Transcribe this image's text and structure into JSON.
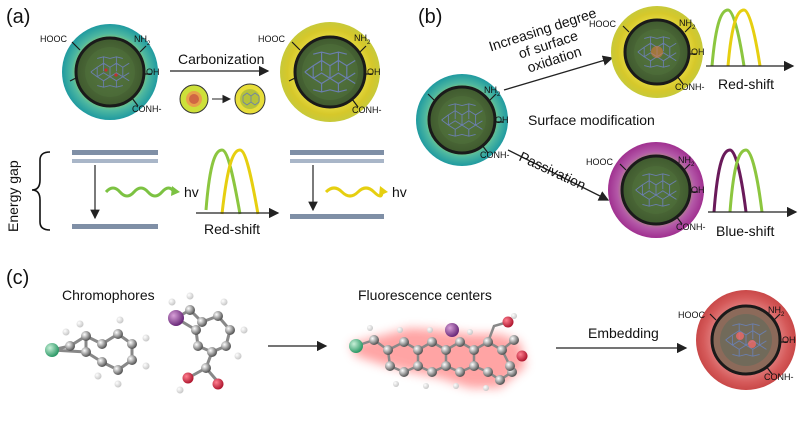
{
  "panels": {
    "a": {
      "label": "(a)",
      "carbonization": "Carbonization",
      "energy_gap": "Energy gap",
      "hv": "hv",
      "red_shift": "Red-shift"
    },
    "b": {
      "label": "(b)",
      "oxidation_line1": "Increasing degree",
      "oxidation_line2": "of surface",
      "oxidation_line3": "oxidation",
      "surface_modification": "Surface modification",
      "passivation": "Passivation",
      "red_shift": "Red-shift",
      "blue_shift": "Blue-shift"
    },
    "c": {
      "label": "(c)",
      "chromophores": "Chromophores",
      "fluorescence_centers": "Fluorescence centers",
      "embedding": "Embedding"
    }
  },
  "groups": {
    "cooh": "HOOC",
    "nh2": "NH",
    "oh": "OH",
    "conh": "CONH-"
  },
  "colors": {
    "teal_glow": "#2aa6a0",
    "yellow_glow": "#d9d020",
    "magenta_glow": "#b0329a",
    "red_glow": "#d84a4a",
    "green_curve": "#8cc63f",
    "yellow_curve": "#e6cf10",
    "purple_curve": "#6a1a5a",
    "green_wave": "#7cc242",
    "level_dark": "#7f8fa6",
    "level_light": "#a9b6c8"
  }
}
